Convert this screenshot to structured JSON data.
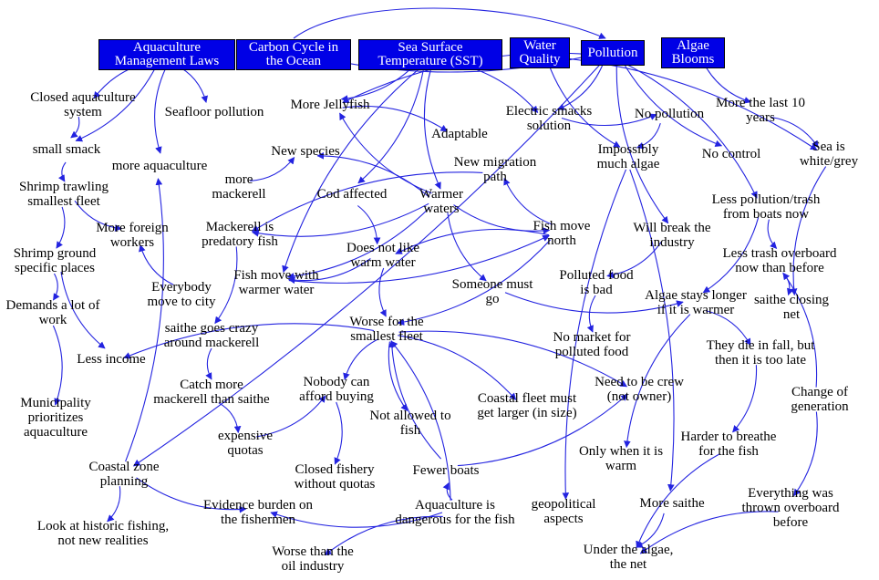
{
  "colors": {
    "edge": "#2323e0",
    "hub_fill": "#0000e6",
    "hub_text": "#ffffff",
    "text": "#000000"
  },
  "hubs": [
    {
      "id": "aml",
      "label": "Aquaculture\nManagement Laws"
    },
    {
      "id": "carbon",
      "label": "Carbon Cycle in\nthe Ocean"
    },
    {
      "id": "sst",
      "label": "Sea Surface\nTemperature (SST)"
    },
    {
      "id": "water",
      "label": "Water\nQuality"
    },
    {
      "id": "pollution",
      "label": "Pollution"
    },
    {
      "id": "algae",
      "label": "Algae\nBlooms"
    }
  ],
  "nodes": [
    {
      "id": "closed_aq",
      "label": "Closed aquaculture\nsystem"
    },
    {
      "id": "seafloor",
      "label": "Seafloor pollution"
    },
    {
      "id": "jellyfish",
      "label": "More Jellyfish"
    },
    {
      "id": "adaptable",
      "label": "Adaptable"
    },
    {
      "id": "electric",
      "label": "Electric smacks\nsolution"
    },
    {
      "id": "nopoll",
      "label": "No pollution"
    },
    {
      "id": "more10",
      "label": "More the last 10\nyears"
    },
    {
      "id": "smallsmack",
      "label": "small smack"
    },
    {
      "id": "moreaq",
      "label": "more aquaculture"
    },
    {
      "id": "newspecies",
      "label": "New species"
    },
    {
      "id": "newmig",
      "label": "New migration\npath"
    },
    {
      "id": "impossibly",
      "label": "Impossibly\nmuch algae"
    },
    {
      "id": "nocontrol",
      "label": "No control"
    },
    {
      "id": "seawhite",
      "label": "Sea is\nwhite/grey"
    },
    {
      "id": "shrimptrawl",
      "label": "Shrimp trawling\nsmallest fleet"
    },
    {
      "id": "moremack",
      "label": "more\nmackerell"
    },
    {
      "id": "codaff",
      "label": "Cod affected"
    },
    {
      "id": "warmer",
      "label": "Warmer\nwaters"
    },
    {
      "id": "lesspoll",
      "label": "Less pollution/trash\nfrom boats now"
    },
    {
      "id": "foreign",
      "label": "More foreign\nworkers"
    },
    {
      "id": "mackpred",
      "label": "Mackerell is\npredatory fish"
    },
    {
      "id": "fishnorth",
      "label": "Fish move\nnorth"
    },
    {
      "id": "willbreak",
      "label": "Will break the\nindustry"
    },
    {
      "id": "shrimpground",
      "label": "Shrimp ground\nspecific places"
    },
    {
      "id": "notlike",
      "label": "Does not like\nwarm water"
    },
    {
      "id": "lesstrash",
      "label": "Less trash overboard\nnow than before"
    },
    {
      "id": "everybody",
      "label": "Everybody\nmove to city"
    },
    {
      "id": "fishwarmer",
      "label": "Fish move with\nwarmer water"
    },
    {
      "id": "pollfood",
      "label": "Polluted food\nis bad"
    },
    {
      "id": "someone",
      "label": "Someone must\ngo"
    },
    {
      "id": "algaelonger",
      "label": "Algae stays longer\nif it is warmer"
    },
    {
      "id": "saitheclose",
      "label": "saithe closing\nnet"
    },
    {
      "id": "demands",
      "label": "Demands a lot of\nwork"
    },
    {
      "id": "worse",
      "label": "Worse for the\nsmallest fleet"
    },
    {
      "id": "saithecrazy",
      "label": "saithe goes crazy\naround mackerell"
    },
    {
      "id": "nomarket",
      "label": "No market for\npolluted food"
    },
    {
      "id": "theydie",
      "label": "They die in fall, but\nthen it is too late"
    },
    {
      "id": "lessincome",
      "label": "Less income"
    },
    {
      "id": "catchmore",
      "label": "Catch more\nmackerell than saithe"
    },
    {
      "id": "nobody",
      "label": "Nobody can\nafford buying"
    },
    {
      "id": "needcrew",
      "label": "Need to be crew\n(not owner)"
    },
    {
      "id": "coastalfleet",
      "label": "Coastal fleet must\nget larger (in size)"
    },
    {
      "id": "notallowed",
      "label": "Not allowed to\nfish"
    },
    {
      "id": "change",
      "label": "Change of\ngeneration"
    },
    {
      "id": "municipality",
      "label": "Municipality\nprioritizes\naquaculture"
    },
    {
      "id": "expensive",
      "label": "expensive\nquotas"
    },
    {
      "id": "harder",
      "label": "Harder to breathe\nfor the fish"
    },
    {
      "id": "coastalzone",
      "label": "Coastal zone\nplanning"
    },
    {
      "id": "onlywarm",
      "label": "Only when it is\nwarm"
    },
    {
      "id": "closedfish",
      "label": "Closed fishery\nwithout quotas"
    },
    {
      "id": "fewer",
      "label": "Fewer boats"
    },
    {
      "id": "evidence",
      "label": "Evidence burden on\nthe fishermen"
    },
    {
      "id": "aqdanger",
      "label": "Aquaculture is\ndangerous for the fish"
    },
    {
      "id": "geopol",
      "label": "geopolitical\naspects"
    },
    {
      "id": "moresaithe",
      "label": "More saithe"
    },
    {
      "id": "everything",
      "label": "Everything was\nthrown overboard\nbefore"
    },
    {
      "id": "lookhist",
      "label": "Look at historic fishing,\nnot new realities"
    },
    {
      "id": "worseoil",
      "label": "Worse than the\noil industry"
    },
    {
      "id": "underalgae",
      "label": "Under the algae,\nthe net"
    }
  ],
  "edges": [
    [
      "aml",
      "closed_aq"
    ],
    [
      "aml",
      "seafloor"
    ],
    [
      "aml",
      "moreaq"
    ],
    [
      "aml",
      "smallsmack"
    ],
    [
      "carbon",
      "pollution"
    ],
    [
      "sst",
      "jellyfish"
    ],
    [
      "sst",
      "fishwarmer"
    ],
    [
      "sst",
      "codaff"
    ],
    [
      "sst",
      "warmer"
    ],
    [
      "sst",
      "electric"
    ],
    [
      "pollution",
      "jellyfish"
    ],
    [
      "pollution",
      "electric"
    ],
    [
      "pollution",
      "nocontrol"
    ],
    [
      "pollution",
      "lesspoll"
    ],
    [
      "pollution",
      "willbreak"
    ],
    [
      "pollution",
      "coastalzone"
    ],
    [
      "water",
      "impossibly"
    ],
    [
      "water",
      "seawhite"
    ],
    [
      "algae",
      "more10"
    ],
    [
      "more10",
      "seawhite"
    ],
    [
      "seawhite",
      "saitheclose"
    ],
    [
      "jellyfish",
      "adaptable"
    ],
    [
      "electric",
      "nopoll"
    ],
    [
      "closed_aq",
      "smallsmack"
    ],
    [
      "smallsmack",
      "shrimptrawl"
    ],
    [
      "shrimptrawl",
      "shrimpground"
    ],
    [
      "shrimptrawl",
      "foreign"
    ],
    [
      "shrimpground",
      "demands"
    ],
    [
      "shrimpground",
      "lessincome"
    ],
    [
      "demands",
      "municipality"
    ],
    [
      "coastalzone",
      "evidence"
    ],
    [
      "coastalzone",
      "lookhist"
    ],
    [
      "coastalzone",
      "moreaq"
    ],
    [
      "everybody",
      "foreign"
    ],
    [
      "warmer",
      "newspecies"
    ],
    [
      "warmer",
      "jellyfish"
    ],
    [
      "warmer",
      "fishnorth"
    ],
    [
      "warmer",
      "fishwarmer"
    ],
    [
      "warmer",
      "someone"
    ],
    [
      "fishnorth",
      "newmig"
    ],
    [
      "fishnorth",
      "notlike"
    ],
    [
      "fishnorth",
      "worse"
    ],
    [
      "newmig",
      "mackpred"
    ],
    [
      "codaff",
      "notlike"
    ],
    [
      "notlike",
      "worse"
    ],
    [
      "notlike",
      "fishwarmer"
    ],
    [
      "moremack",
      "newspecies"
    ],
    [
      "mackpred",
      "saithecrazy"
    ],
    [
      "saithecrazy",
      "catchmore"
    ],
    [
      "catchmore",
      "expensive"
    ],
    [
      "expensive",
      "nobody"
    ],
    [
      "nobody",
      "closedfish"
    ],
    [
      "worse",
      "nobody"
    ],
    [
      "worse",
      "coastalfleet"
    ],
    [
      "worse",
      "notallowed"
    ],
    [
      "worse",
      "needcrew"
    ],
    [
      "worse",
      "lessincome"
    ],
    [
      "fewer",
      "worse"
    ],
    [
      "aqdanger",
      "worse"
    ],
    [
      "aqdanger",
      "evidence"
    ],
    [
      "aqdanger",
      "worseoil"
    ],
    [
      "aqdanger",
      "fewer"
    ],
    [
      "fewer",
      "needcrew"
    ],
    [
      "willbreak",
      "pollfood"
    ],
    [
      "pollfood",
      "nomarket"
    ],
    [
      "algaelonger",
      "theydie"
    ],
    [
      "algaelonger",
      "onlywarm"
    ],
    [
      "theydie",
      "harder"
    ],
    [
      "harder",
      "underalgae"
    ],
    [
      "moresaithe",
      "underalgae"
    ],
    [
      "impossibly",
      "geopol"
    ],
    [
      "impossibly",
      "moresaithe"
    ],
    [
      "lesspoll",
      "lesstrash"
    ],
    [
      "lesstrash",
      "saitheclose"
    ],
    [
      "change",
      "lesstrash"
    ],
    [
      "change",
      "everything"
    ],
    [
      "everything",
      "underalgae"
    ],
    [
      "lesspoll",
      "algaelonger"
    ],
    [
      "someone",
      "algaelonger"
    ],
    [
      "warmer",
      "mackpred"
    ],
    [
      "fishwarmer",
      "fishnorth"
    ],
    [
      "nopoll",
      "impossibly"
    ]
  ]
}
